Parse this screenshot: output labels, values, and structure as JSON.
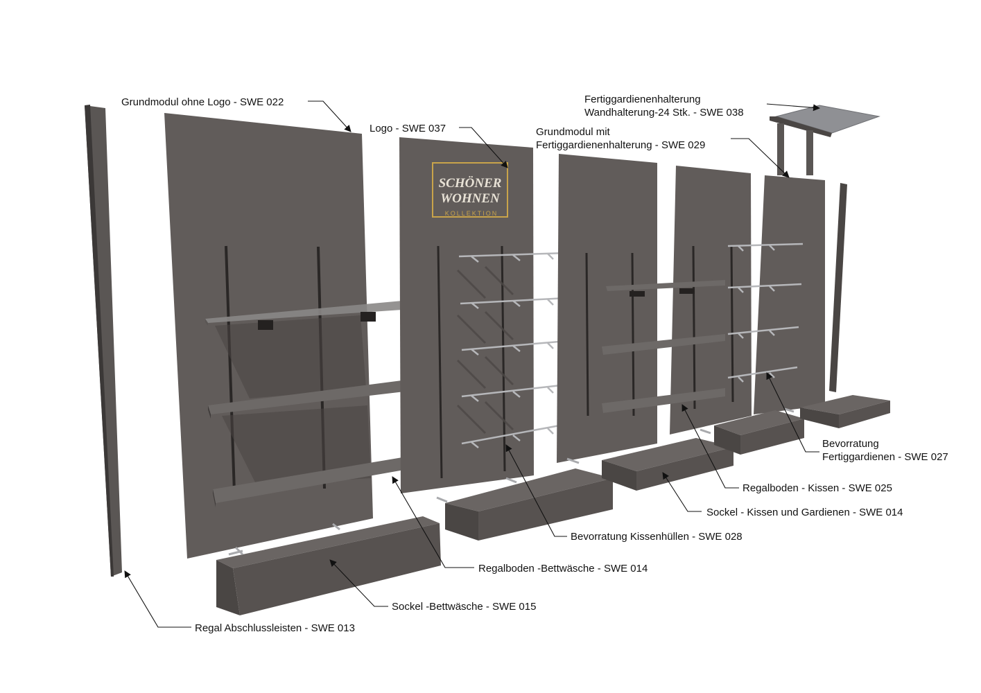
{
  "logo": {
    "line1": "SCHÖNER",
    "line2": "WOHNEN",
    "line3": "KOLLEKTION",
    "frame_color": "#c9a44a"
  },
  "colors": {
    "panel": "#5f5a58",
    "panel_side": "#3f3b3a",
    "shelf_top": "#6d6967",
    "shelf_front": "#4a4644",
    "rail": "#a9aaad",
    "slot": "#2a2726"
  },
  "labels": {
    "grundmodul_ohne_logo": "Grundmodul ohne Logo - SWE 022",
    "logo": "Logo - SWE 037",
    "fertig_line1": "Fertiggardienenhalterung",
    "fertig_line2": "Wandhalterung-24 Stk. - SWE 038",
    "grundmodul_mit_line1": "Grundmodul mit",
    "grundmodul_mit_line2": "Fertiggardienenhalterung - SWE 029",
    "bevorratung_fg_line1": "Bevorratung",
    "bevorratung_fg_line2": "Fertiggardienen - SWE 027",
    "regalboden_kissen": "Regalboden - Kissen - SWE 025",
    "sockel_kissen": "Sockel - Kissen und Gardienen - SWE 014",
    "bevorratung_kissen": "Bevorratung Kissenhüllen - SWE 028",
    "regalboden_bett": "Regalboden -Bettwäsche - SWE 014",
    "sockel_bett": "Sockel -Bettwäsche - SWE 015",
    "abschluss": "Regal Abschlussleisten - SWE 013"
  }
}
